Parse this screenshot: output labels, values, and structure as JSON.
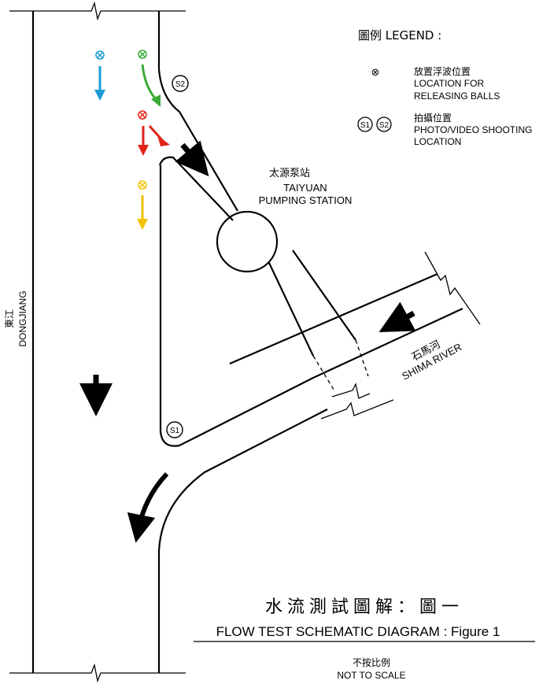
{
  "legend": {
    "title": "圖例 LEGEND :",
    "release_symbol": "⊗",
    "release_zh": "放置浮波位置",
    "release_en_1": "LOCATION FOR",
    "release_en_2": "RELEASING BALLS",
    "shoot_symbol_1": "S1",
    "shoot_symbol_2": "S2",
    "shoot_zh": "拍攝位置",
    "shoot_en_1": "PHOTO/VIDEO SHOOTING",
    "shoot_en_2": "LOCATION"
  },
  "labels": {
    "dongjiang_zh": "東江",
    "dongjiang_en": "DONGJIANG",
    "station_zh": "太源泵站",
    "station_en_1": "TAIYUAN",
    "station_en_2": "PUMPING STATION",
    "shima_zh": "石馬河",
    "shima_en": "SHIMA RIVER",
    "s1": "S1",
    "s2": "S2"
  },
  "title": {
    "zh": "水流測試圖解：圖一",
    "en": "FLOW TEST SCHEMATIC DIAGRAM : Figure 1",
    "scale_zh": "不按比例",
    "scale_en": "NOT TO SCALE"
  },
  "release_points": [
    {
      "name": "blue",
      "color": "#1a9ad6"
    },
    {
      "name": "green",
      "color": "#3aaa35"
    },
    {
      "name": "red",
      "color": "#e2231a"
    },
    {
      "name": "yellow",
      "color": "#f2c200"
    }
  ]
}
